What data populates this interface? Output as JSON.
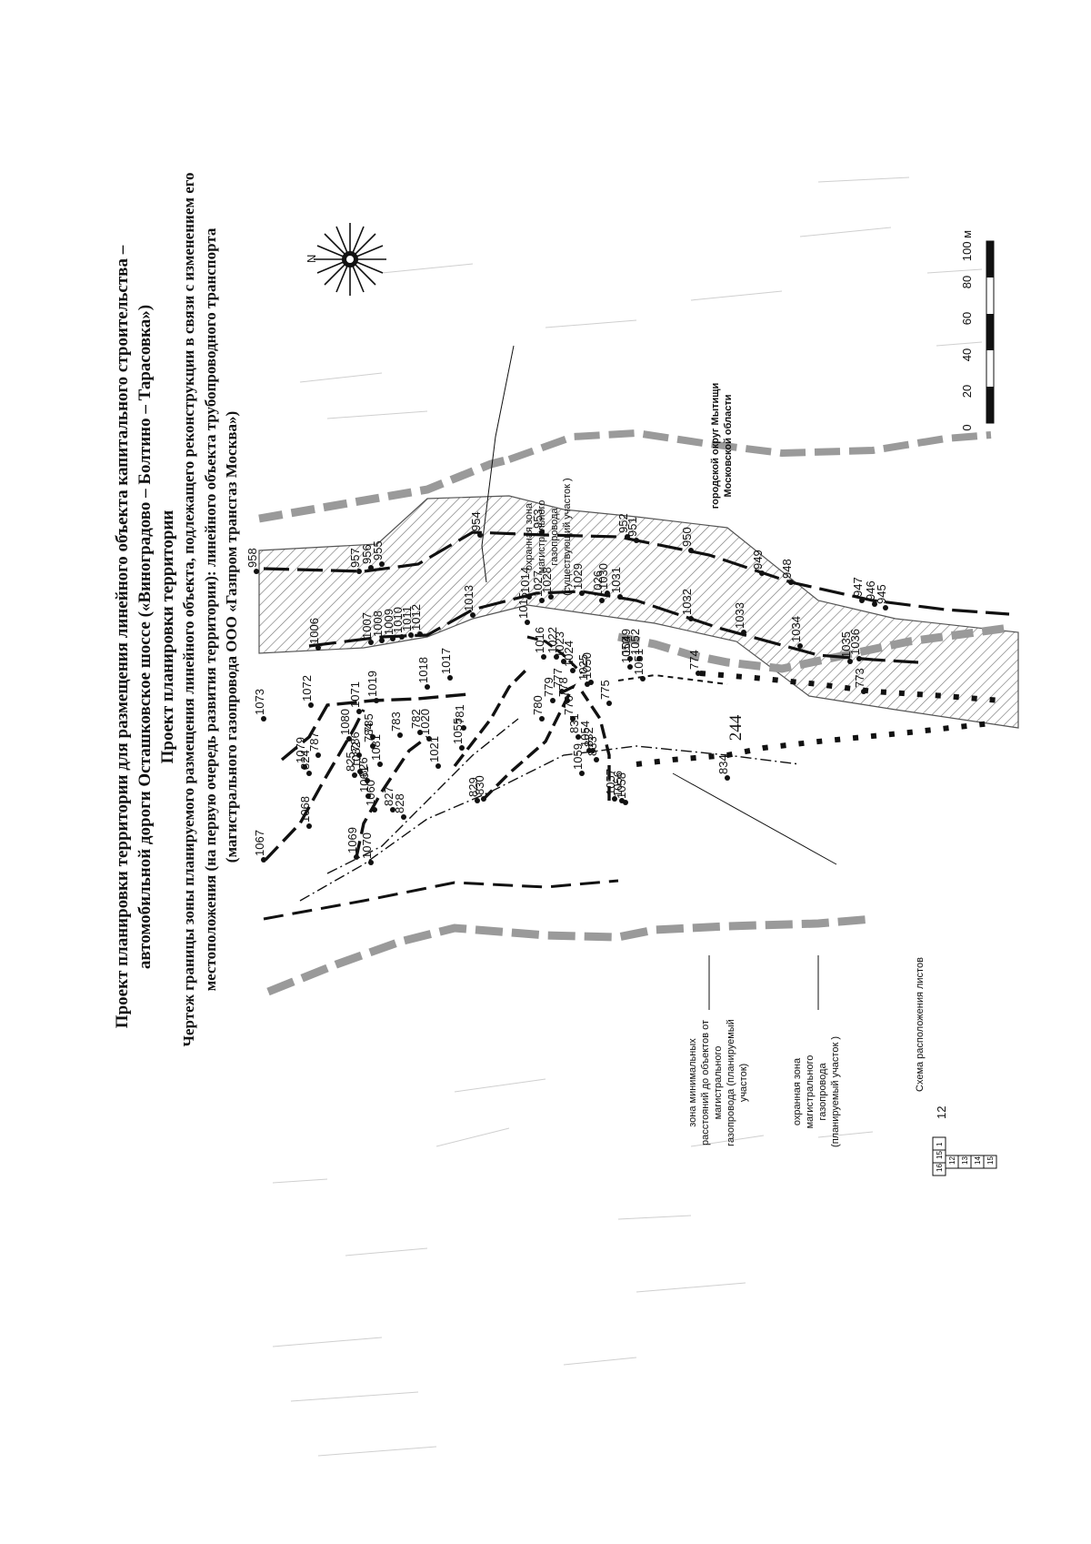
{
  "page_number": "244",
  "title": {
    "line1": "Проект планировки территории для размещения линейного объекта капитального строительства –",
    "line2": "автомобильной дороги Осташковское шоссе («Виноградово – Болтино – Тарасовка»)",
    "line3": "Проект планировки территории",
    "line4": "Чертеж границы зоны планируемого размещения линейного объекта, подлежащего реконструкции в связи с изменением его",
    "line5": "местоположения (на первую очередь развития территории): линейного объекта трубопроводного транспорта",
    "line6": "(магистрального газопровода ООО «Газпром трансгаз Москва»)"
  },
  "legend": {
    "existing_zone": [
      "охранная зона",
      "магистрального",
      "газопровода",
      "(существующий участок )"
    ],
    "min_distance_zone": [
      "зона минимальных",
      "расстояний до объектов от",
      "магистрального",
      "газопровода  (планируемый",
      "участок)"
    ],
    "planned_zone": [
      "охранная зона",
      "магистрального",
      "газопровода",
      "(планируемый участок )"
    ],
    "sheet_scheme": "Схема расположения листов",
    "sheet_scheme_number": "12",
    "sheet_cells": [
      "1",
      "15",
      "16",
      "12",
      "13",
      "14",
      "15"
    ],
    "district": [
      "городской округ Мытищи",
      "Московской области"
    ]
  },
  "scale": {
    "ticks": [
      "0",
      "20",
      "40",
      "60",
      "80",
      "100 м"
    ]
  },
  "north_label": "N",
  "points_map": [
    {
      "id": "p958",
      "text": "958"
    },
    {
      "id": "p957",
      "text": "957"
    },
    {
      "id": "p956",
      "text": "956"
    },
    {
      "id": "p955",
      "text": "955"
    },
    {
      "id": "p954",
      "text": "954"
    },
    {
      "id": "p953",
      "text": "953"
    },
    {
      "id": "p952",
      "text": "952"
    },
    {
      "id": "p951",
      "text": "951"
    },
    {
      "id": "p950",
      "text": "950"
    },
    {
      "id": "p949",
      "text": "949"
    },
    {
      "id": "p948",
      "text": "948"
    },
    {
      "id": "p947",
      "text": "947"
    },
    {
      "id": "p946",
      "text": "946"
    },
    {
      "id": "p945",
      "text": "945"
    },
    {
      "id": "p1006",
      "text": "1006"
    },
    {
      "id": "p1007",
      "text": "1007"
    },
    {
      "id": "p1008",
      "text": "1008"
    },
    {
      "id": "p1009",
      "text": "1009"
    },
    {
      "id": "p1010",
      "text": "1010"
    },
    {
      "id": "p1011",
      "text": "1011"
    },
    {
      "id": "p1012",
      "text": "1012"
    },
    {
      "id": "p1013",
      "text": "1013"
    },
    {
      "id": "p1014",
      "text": "1014"
    },
    {
      "id": "p1015",
      "text": "1015"
    },
    {
      "id": "p1016",
      "text": "1016"
    },
    {
      "id": "p1017",
      "text": "1017"
    },
    {
      "id": "p1018",
      "text": "1018"
    },
    {
      "id": "p1019",
      "text": "1019"
    },
    {
      "id": "p1020",
      "text": "1020"
    },
    {
      "id": "p1021",
      "text": "1021"
    },
    {
      "id": "p1022",
      "text": "1022"
    },
    {
      "id": "p1023",
      "text": "1023"
    },
    {
      "id": "p1024",
      "text": "1024"
    },
    {
      "id": "p1025",
      "text": "1025"
    },
    {
      "id": "p1026",
      "text": "1026"
    },
    {
      "id": "p1027",
      "text": "1027"
    },
    {
      "id": "p1028",
      "text": "1028"
    },
    {
      "id": "p1029",
      "text": "1029"
    },
    {
      "id": "p1030",
      "text": "1030"
    },
    {
      "id": "p1031",
      "text": "1031"
    },
    {
      "id": "p1032",
      "text": "1032"
    },
    {
      "id": "p1033",
      "text": "1033"
    },
    {
      "id": "p1034",
      "text": "1034"
    },
    {
      "id": "p1035",
      "text": "1035"
    },
    {
      "id": "p1036",
      "text": "1036"
    },
    {
      "id": "p1049",
      "text": "1049"
    },
    {
      "id": "p1050",
      "text": "1050"
    },
    {
      "id": "p1051",
      "text": "1051"
    },
    {
      "id": "p1052",
      "text": "1052"
    },
    {
      "id": "p1053",
      "text": "1053"
    },
    {
      "id": "p1054",
      "text": "1054"
    },
    {
      "id": "p1055",
      "text": "1055"
    },
    {
      "id": "p1056",
      "text": "1056"
    },
    {
      "id": "p1057",
      "text": "1057"
    },
    {
      "id": "p1058",
      "text": "1058"
    },
    {
      "id": "p1059",
      "text": "1059"
    },
    {
      "id": "p1060",
      "text": "1060"
    },
    {
      "id": "p1061",
      "text": "1061"
    },
    {
      "id": "p1067",
      "text": "1067"
    },
    {
      "id": "p1068",
      "text": "1068"
    },
    {
      "id": "p1069",
      "text": "1069"
    },
    {
      "id": "p1070",
      "text": "1070"
    },
    {
      "id": "p1071",
      "text": "1071"
    },
    {
      "id": "p1072",
      "text": "1072"
    },
    {
      "id": "p1073",
      "text": "1073"
    },
    {
      "id": "p1079",
      "text": "1079"
    },
    {
      "id": "p1080",
      "text": "1080"
    },
    {
      "id": "p1081",
      "text": "1081"
    },
    {
      "id": "p1082",
      "text": "1082"
    },
    {
      "id": "p773",
      "text": "773"
    },
    {
      "id": "p774",
      "text": "774"
    },
    {
      "id": "p775",
      "text": "775"
    },
    {
      "id": "p776",
      "text": "776"
    },
    {
      "id": "p777",
      "text": "777"
    },
    {
      "id": "p778",
      "text": "778"
    },
    {
      "id": "p779",
      "text": "779"
    },
    {
      "id": "p780",
      "text": "780"
    },
    {
      "id": "p781",
      "text": "781"
    },
    {
      "id": "p782",
      "text": "782"
    },
    {
      "id": "p783",
      "text": "783"
    },
    {
      "id": "p784",
      "text": "784"
    },
    {
      "id": "p785",
      "text": "785"
    },
    {
      "id": "p786",
      "text": "786"
    },
    {
      "id": "p787",
      "text": "787"
    },
    {
      "id": "p824",
      "text": "824"
    },
    {
      "id": "p825",
      "text": "825"
    },
    {
      "id": "p826",
      "text": "826"
    },
    {
      "id": "p827",
      "text": "827"
    },
    {
      "id": "p828",
      "text": "828"
    },
    {
      "id": "p829",
      "text": "829"
    },
    {
      "id": "p830",
      "text": "830"
    },
    {
      "id": "p831",
      "text": "831"
    },
    {
      "id": "p832",
      "text": "832"
    },
    {
      "id": "p833",
      "text": "833"
    },
    {
      "id": "p834",
      "text": "834"
    }
  ],
  "colors": {
    "ink": "#111111",
    "grey_band": "#9a9a9a",
    "hatch": "#777777"
  }
}
